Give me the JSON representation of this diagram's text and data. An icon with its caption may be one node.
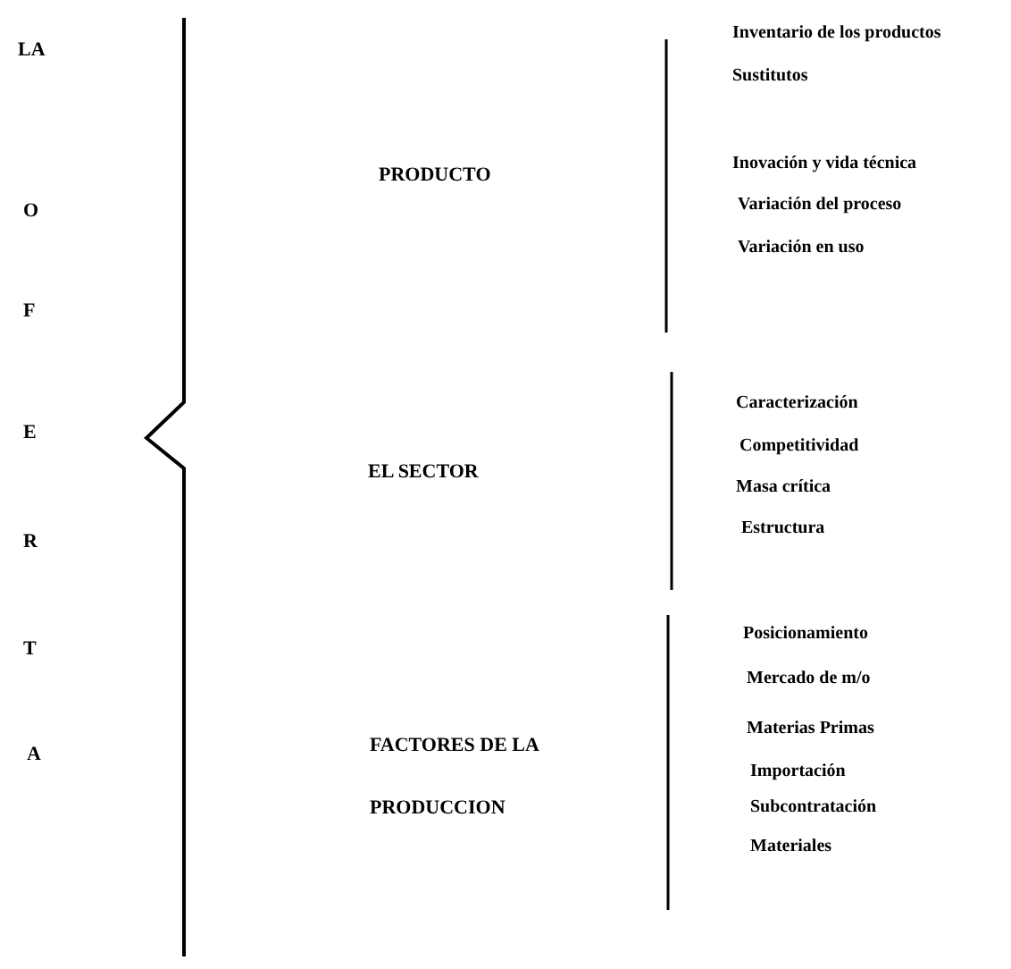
{
  "diagram": {
    "labels": [
      "LA",
      "O",
      "F",
      "E",
      "R",
      "T",
      "A",
      "PRODUCTO",
      "Inventario de los productos",
      "Sustitutos",
      "Inovación y vida técnica",
      "Variación del proceso",
      "Variación en uso",
      "EL SECTOR",
      "Caracterización",
      "Competitividad",
      "Masa crítica",
      "Estructura",
      "FACTORES DE LA PRODUCCION",
      "Posicionamiento",
      "Mercado de m/o",
      "Materias Primas",
      "Importación",
      "Subcontratación",
      "Materiales"
    ]
  }
}
